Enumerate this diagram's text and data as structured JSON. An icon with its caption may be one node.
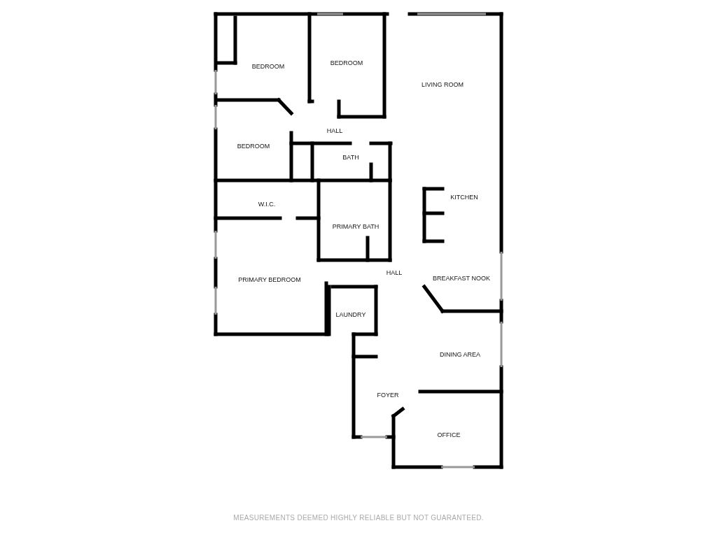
{
  "diagram": {
    "nodes": [
      {
        "text": [
          "BEDROOM"
        ]
      },
      {
        "text": [
          "BEDROOM"
        ]
      },
      {
        "text": [
          "LIVING ROOM"
        ]
      },
      {
        "text": [
          "HALL"
        ]
      },
      {
        "text": [
          "BEDROOM"
        ]
      },
      {
        "text": [
          "BATH"
        ]
      },
      {
        "text": [
          "KITCHEN"
        ]
      },
      {
        "text": [
          "W.I.C."
        ]
      },
      {
        "text": [
          "PRIMARY BATH"
        ]
      },
      {
        "text": [
          "HALL"
        ]
      },
      {
        "text": [
          "PRIMARY BEDROOM"
        ]
      },
      {
        "text": [
          "BREAKFAST NOOK"
        ]
      },
      {
        "text": [
          "LAUNDRY"
        ]
      },
      {
        "text": [
          "DINING AREA"
        ]
      },
      {
        "text": [
          "FOYER"
        ]
      },
      {
        "text": [
          "OFFICE"
        ]
      }
    ],
    "labels": [
      "MEASUREMENTS DEEMED HIGHLY RELIABLE BUT NOT GUARANTEED."
    ]
  }
}
